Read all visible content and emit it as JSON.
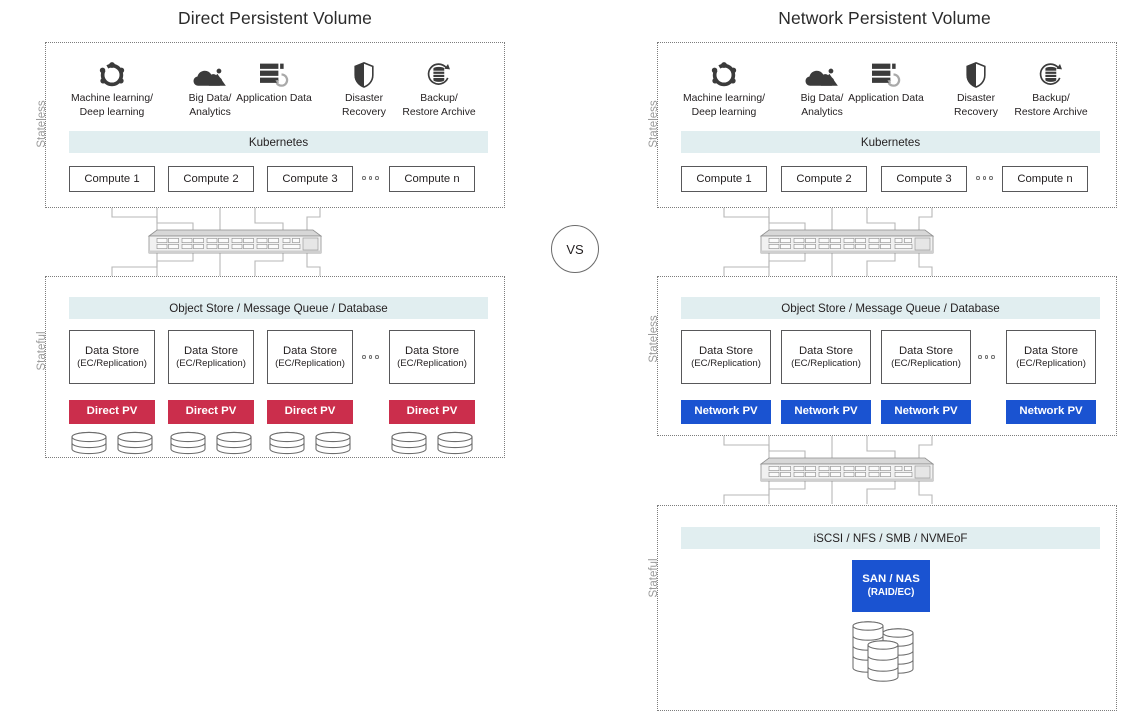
{
  "diagram": {
    "vs_badge": "VS",
    "accent_red": "#cb2e4c",
    "accent_blue": "#1a53d1",
    "banner_teal": "#e1eef0"
  },
  "icon_row": {
    "items": [
      {
        "icon": "gear-ring-icon",
        "label_line1": "Machine learning/",
        "label_line2": "Deep learning"
      },
      {
        "icon": "cloud-analytics-icon",
        "label_line1": "Big Data/",
        "label_line2": "Analytics"
      },
      {
        "icon": "server-sync-icon",
        "label_line1": "Application Data",
        "label_line2": ""
      },
      {
        "icon": "shield-icon",
        "label_line1": "Disaster",
        "label_line2": "Recovery"
      },
      {
        "icon": "backup-restore-icon",
        "label_line1": "Backup/",
        "label_line2": "Restore Archive"
      }
    ]
  },
  "left_column": {
    "title": "Direct Persistent Volume",
    "stateless_label": "Stateless",
    "stateful_label": "Stateful",
    "orchestrator_banner": "Kubernetes",
    "compute_nodes": [
      "Compute 1",
      "Compute 2",
      "Compute 3",
      "Compute n"
    ],
    "compute_ellipsis": "○ ○ ○",
    "services_banner": "Object Store / Message Queue / Database",
    "data_stores": [
      {
        "name": "Data Store",
        "sub": "(EC/Replication)"
      },
      {
        "name": "Data Store",
        "sub": "(EC/Replication)"
      },
      {
        "name": "Data Store",
        "sub": "(EC/Replication)"
      },
      {
        "name": "Data Store",
        "sub": "(EC/Replication)"
      }
    ],
    "data_store_ellipsis": "○ ○ ○",
    "pv_chips": [
      "Direct PV",
      "Direct PV",
      "Direct PV",
      "Direct PV"
    ],
    "pv_chip_color": "#cb2e4c",
    "switch_label": "network-switch"
  },
  "right_column": {
    "title": "Network Persistent Volume",
    "stateless_label_top": "Stateless",
    "stateless_label_mid": "Stateless",
    "stateful_label": "Stateful",
    "orchestrator_banner": "Kubernetes",
    "compute_nodes": [
      "Compute 1",
      "Compute 2",
      "Compute 3",
      "Compute n"
    ],
    "compute_ellipsis": "○ ○ ○",
    "services_banner": "Object Store / Message Queue / Database",
    "data_stores": [
      {
        "name": "Data Store",
        "sub": "(EC/Replication)"
      },
      {
        "name": "Data Store",
        "sub": "(EC/Replication)"
      },
      {
        "name": "Data Store",
        "sub": "(EC/Replication)"
      },
      {
        "name": "Data Store",
        "sub": "(EC/Replication)"
      }
    ],
    "data_store_ellipsis": "○ ○ ○",
    "pv_chips": [
      "Network PV",
      "Network PV",
      "Network PV",
      "Network PV"
    ],
    "pv_chip_color": "#1a53d1",
    "protocol_banner": "iSCSI / NFS / SMB / NVMEoF",
    "storage_array": {
      "name": "SAN / NAS",
      "sub": "(RAID/EC)"
    },
    "storage_array_color": "#1a53d1",
    "switch_label": "network-switch"
  }
}
